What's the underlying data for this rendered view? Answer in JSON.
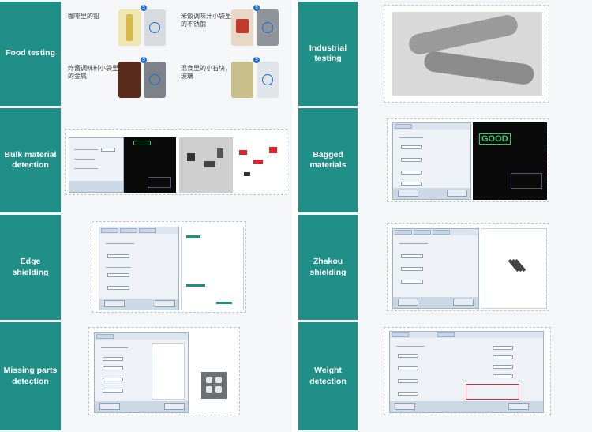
{
  "left": {
    "rows": [
      {
        "label": "Food testing"
      },
      {
        "label": "Bulk material detection"
      },
      {
        "label": "Edge shielding"
      },
      {
        "label": "Missing parts detection"
      }
    ],
    "food_items": [
      {
        "text": "咖啡里的铅",
        "badge": "5"
      },
      {
        "text": "米饭调味汁小袋里的不锈钢",
        "badge": "5"
      },
      {
        "text": "炸酱调味料小袋里的金属",
        "badge": "5"
      },
      {
        "text": "混食里的小石块，玻璃",
        "badge": "5"
      }
    ]
  },
  "right": {
    "rows": [
      {
        "label": "Industrial testing"
      },
      {
        "label": "Bagged materials"
      },
      {
        "label": "Zhakou shielding"
      },
      {
        "label": "Weight detection"
      }
    ],
    "bagged_status": "GOOD"
  },
  "colors": {
    "label_bg": "#1f8f88",
    "accent": "#1c6fd1"
  }
}
